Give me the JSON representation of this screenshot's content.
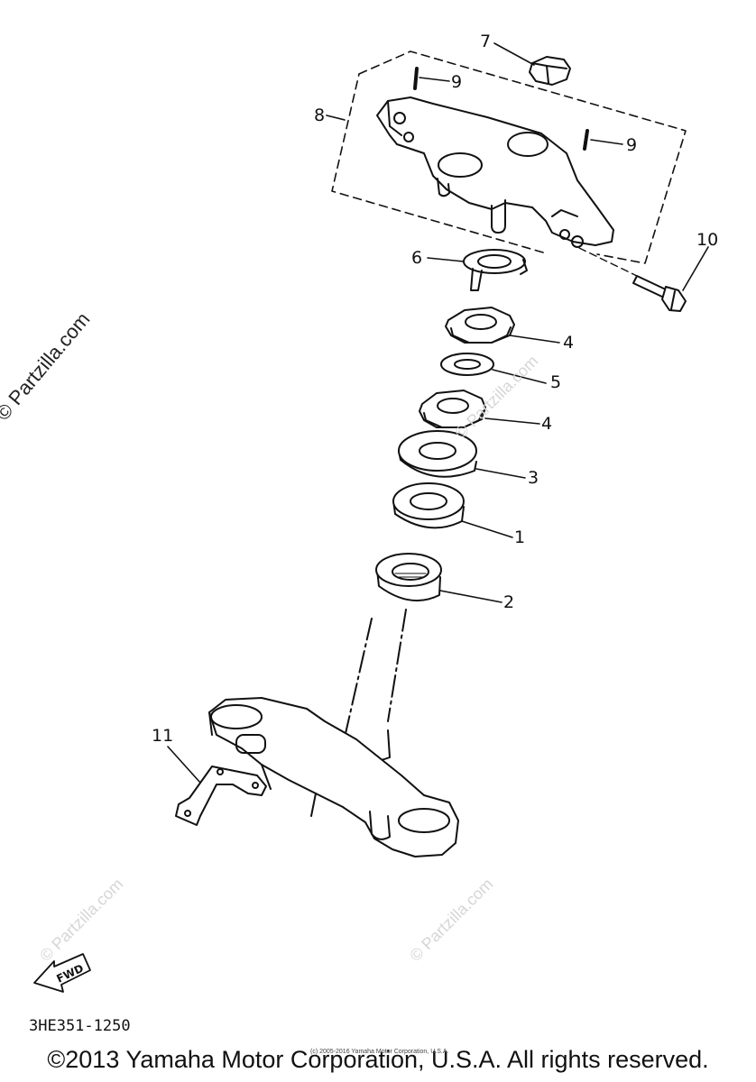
{
  "diagram": {
    "callouts": [
      "1",
      "2",
      "3",
      "4",
      "4",
      "5",
      "6",
      "7",
      "8",
      "9",
      "9",
      "10",
      "11"
    ],
    "fwd_label": "FWD",
    "diagram_code": "3HE351-1250",
    "copyright": "©2013 Yamaha Motor Corporation, U.S.A. All rights reserved.",
    "small_copyright": "(c) 2005-2016 Yamaha Motor Corporation, U.S.A."
  },
  "watermarks": {
    "main": "© Partzilla.com",
    "faint": "© Partzilla.com"
  }
}
